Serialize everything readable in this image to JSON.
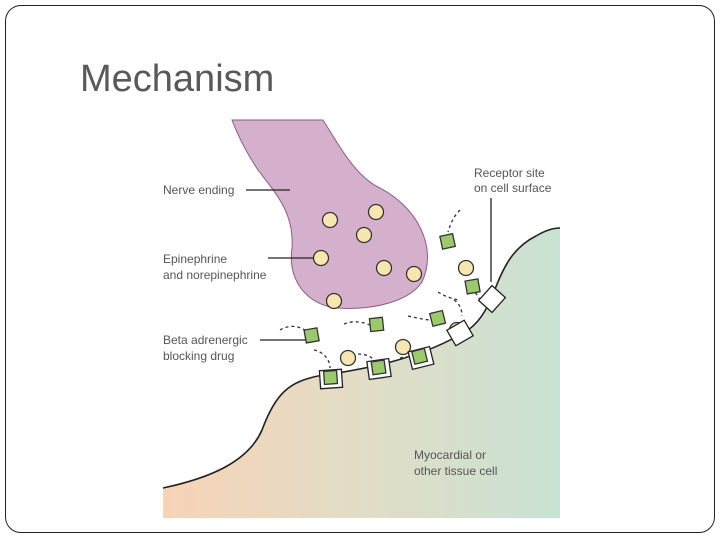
{
  "slide": {
    "title": "Mechanism"
  },
  "diagram": {
    "labels": {
      "nerve_ending": "Nerve ending",
      "epinephrine_line1": "Epinephrine",
      "epinephrine_line2": "and norepinephrine",
      "beta_line1": "Beta adrenergic",
      "beta_line2": "blocking drug",
      "receptor_line1": "Receptor site",
      "receptor_line2": "on cell surface",
      "myocardial_line1": "Myocardial or",
      "myocardial_line2": "other tissue cell"
    },
    "colors": {
      "nerve": "#d4b0cc",
      "nerve_stroke": "#8c5c85",
      "molecule_fill": "#f7e6b0",
      "drug_fill": "#9cc96e",
      "cell_left": "#f6d2b4",
      "cell_right": "#c9e3d4"
    }
  }
}
